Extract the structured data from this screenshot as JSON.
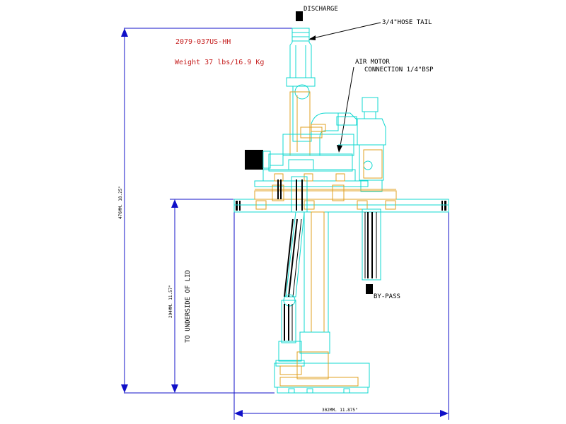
{
  "drawing": {
    "part_number": "2079-037US-HH",
    "weight": "Weight 37 lbs/16.9 Kg"
  },
  "callouts": {
    "discharge": "DISCHARGE",
    "hose_tail": "3/4\"HOSE TAIL",
    "air_motor_line1": "AIR MOTOR",
    "air_motor_line2": "CONNECTION 1/4\"BSP",
    "bypass": "BY-PASS"
  },
  "dimensions": {
    "overall_height": "476MM. 18.25\"",
    "below_lid": "294MM. 11.57\"",
    "below_lid_caption": "TO UNDERSIDE OF LID",
    "lid_width": "302MM. 11.875\""
  },
  "colors": {
    "outline": "#10d8d0",
    "hidden": "#e0a020",
    "dimension": "#1010c8",
    "text_red": "#c62020"
  }
}
